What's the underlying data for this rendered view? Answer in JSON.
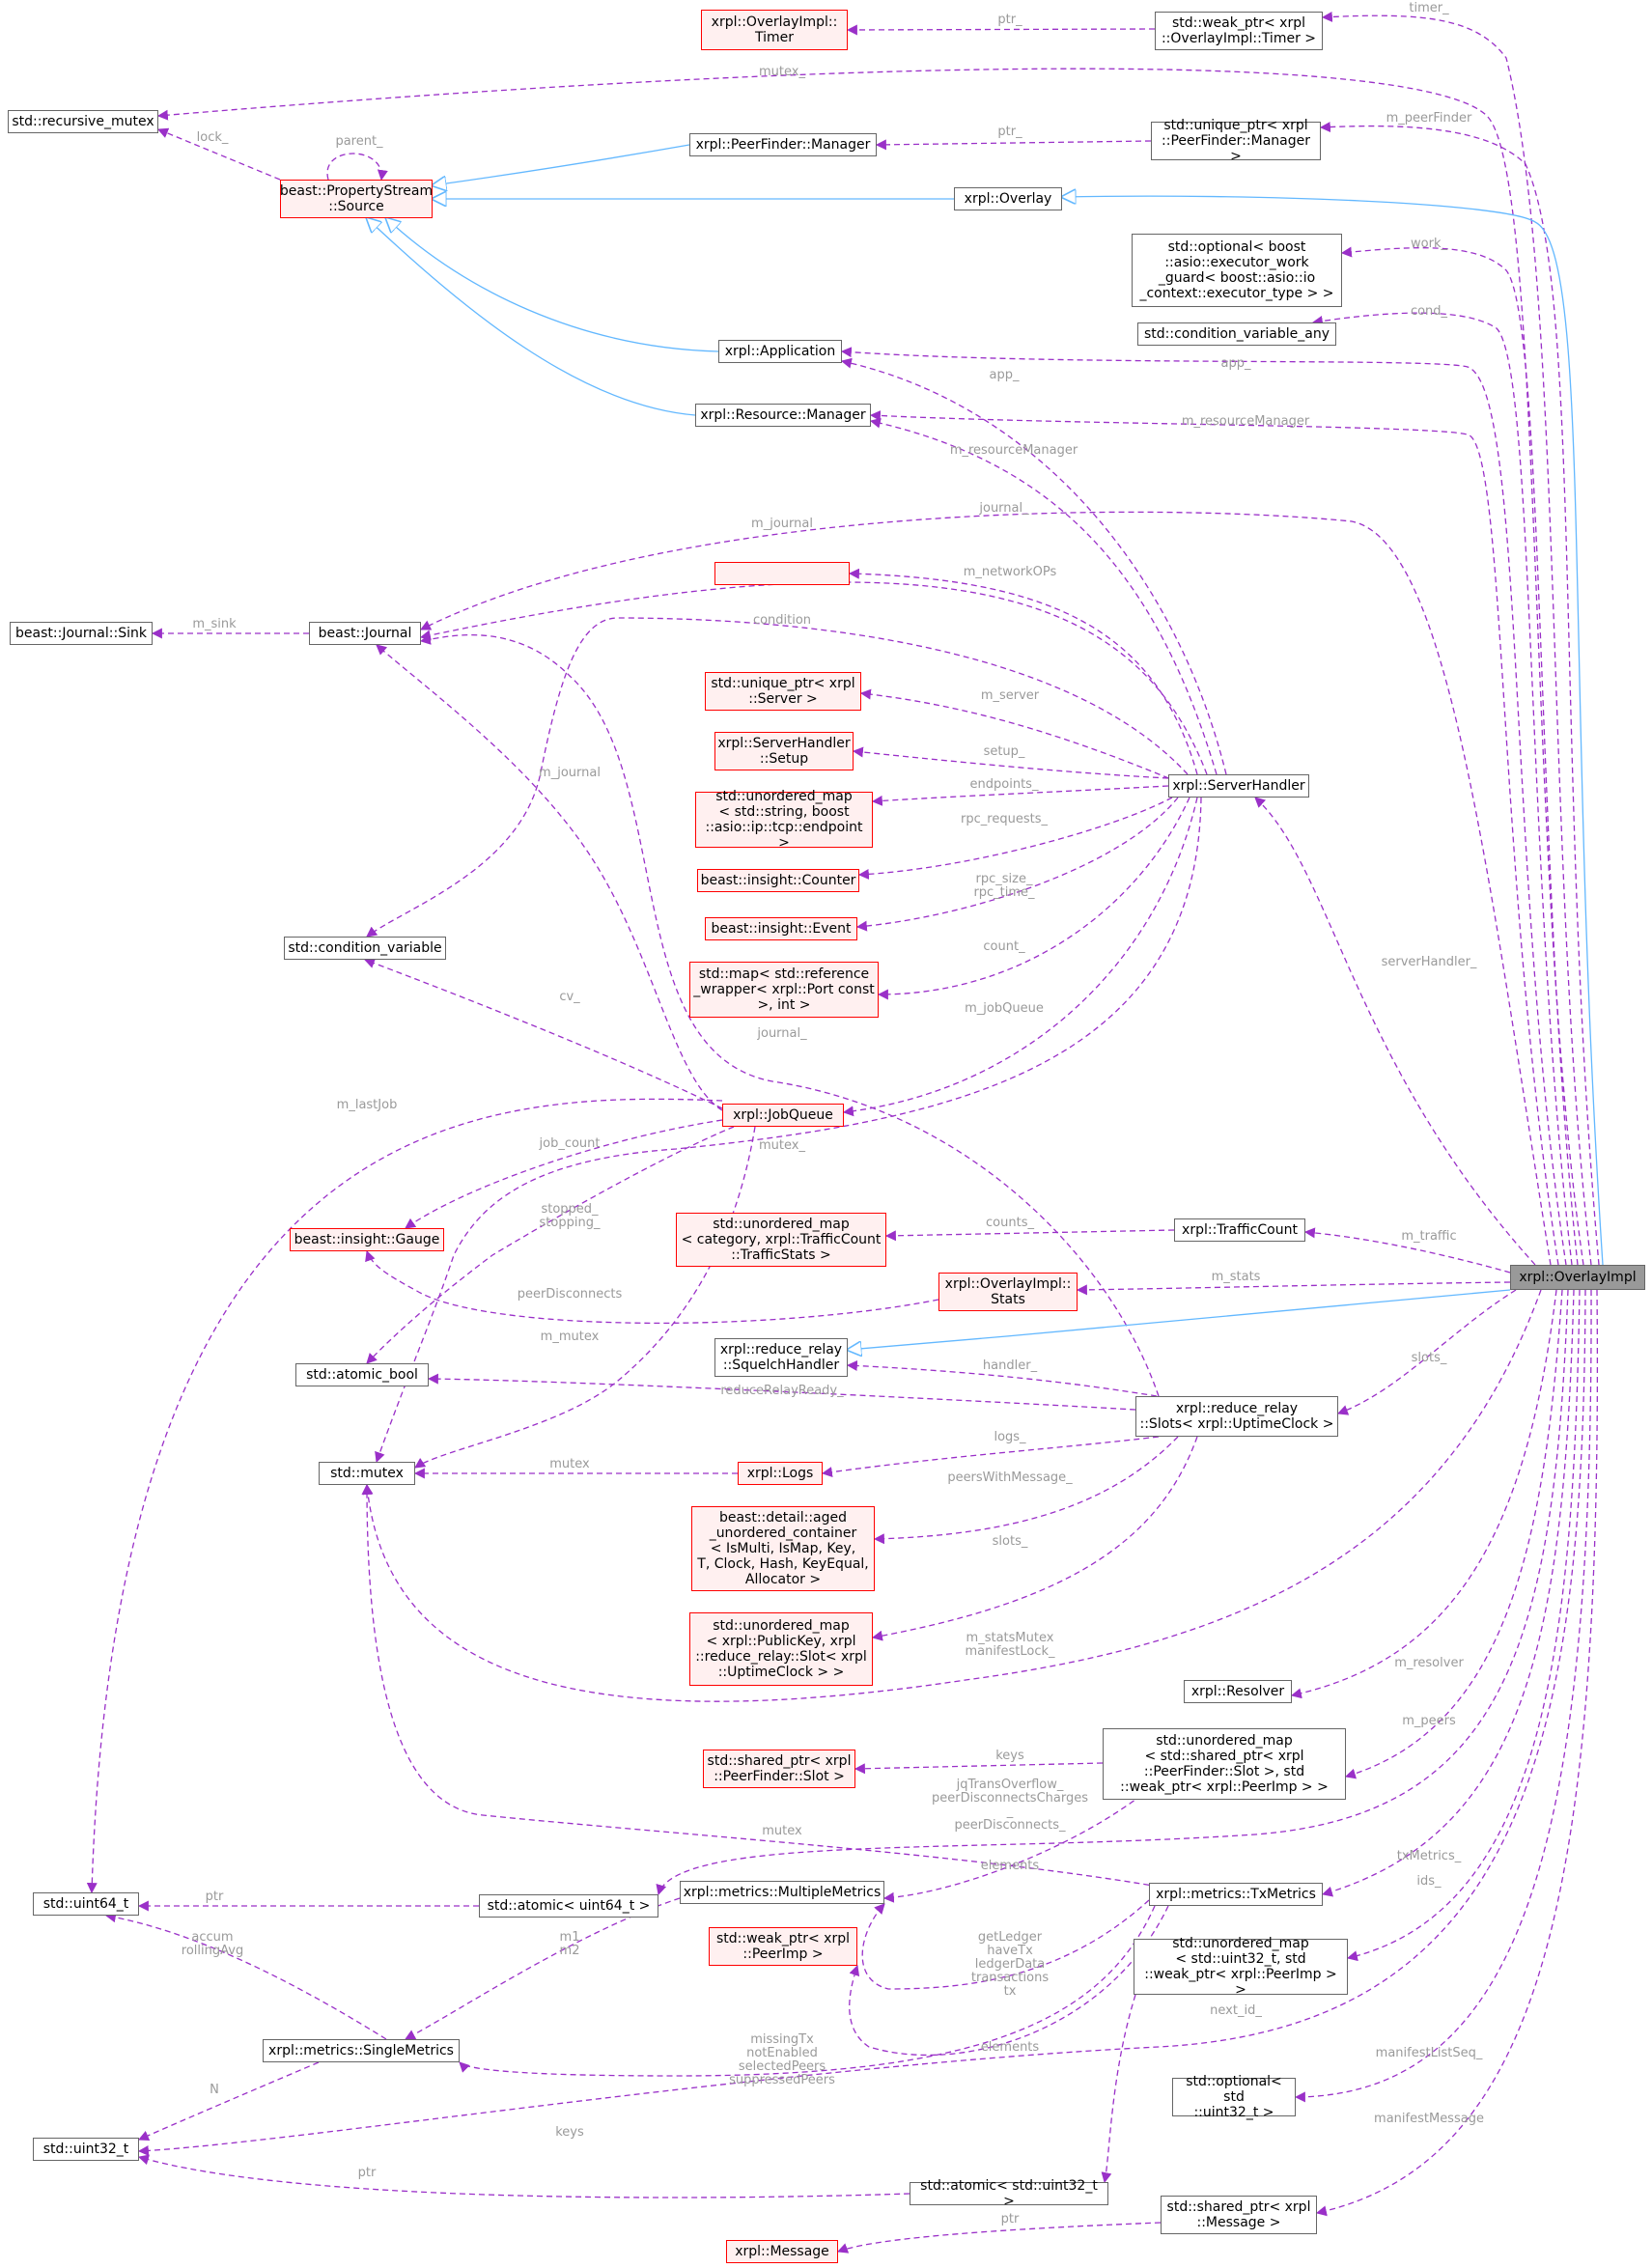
{
  "colors": {
    "edge_member": "#9a30c8",
    "edge_inherit": "#63b8ff",
    "node_border": "#666666",
    "node_red_border": "#ff0000",
    "node_red_fill": "#fff0f0",
    "focus_fill": "#999999",
    "edge_label": "#9a9a9a"
  },
  "nodes": {
    "overlayImplTimer": "xrpl::OverlayImpl::\nTimer",
    "weakPtrTimer": "std::weak_ptr< xrpl\n::OverlayImpl::Timer >",
    "recursiveMutex": "std::recursive_mutex",
    "propertySource": "beast::PropertyStream\n::Source",
    "peerFinderManager": "xrpl::PeerFinder::Manager",
    "uniquePtrPeerFinder": "std::unique_ptr< xrpl\n::PeerFinder::Manager >",
    "overlay": "xrpl::Overlay",
    "optionalExecutor": "std::optional< boost\n::asio::executor_work\n_guard< boost::asio::io\n_context::executor_type > >",
    "conditionVariableAny": "std::condition_variable_any",
    "application": "xrpl::Application",
    "resourceManager": "xrpl::Resource::Manager",
    "networkOps": "xrpl::NetworkOPs",
    "journalSink": "beast::Journal::Sink",
    "journal": "beast::Journal",
    "uniquePtrServer": "std::unique_ptr< xrpl\n::Server >",
    "serverHandlerSetup": "xrpl::ServerHandler\n::Setup",
    "serverHandler": "xrpl::ServerHandler",
    "unorderedMapEndpoint": "std::unordered_map\n< std::string, boost\n::asio::ip::tcp::endpoint >",
    "insightCounter": "beast::insight::Counter",
    "insightEvent": "beast::insight::Event",
    "conditionVariable": "std::condition_variable",
    "mapPortConst": "std::map< std::reference\n_wrapper< xrpl::Port const\n>, int >",
    "jobQueue": "xrpl::JobQueue",
    "insightGauge": "beast::insight::Gauge",
    "unorderedMapTrafficStats": "std::unordered_map\n< category, xrpl::TrafficCount\n::TrafficStats >",
    "trafficCount": "xrpl::TrafficCount",
    "overlayImplStats": "xrpl::OverlayImpl::\nStats",
    "overlayImpl": "xrpl::OverlayImpl",
    "squelchHandler": "xrpl::reduce_relay\n::SquelchHandler",
    "atomicBool": "std::atomic_bool",
    "slotsUptimeClock": "xrpl::reduce_relay\n::Slots< xrpl::UptimeClock >",
    "stdMutex": "std::mutex",
    "logs": "xrpl::Logs",
    "agedUnorderedContainer": "beast::detail::aged\n_unordered_container\n< IsMulti, IsMap, Key,\nT, Clock, Hash, KeyEqual,\nAllocator >",
    "unorderedMapPublicKey": "std::unordered_map\n< xrpl::PublicKey, xrpl\n::reduce_relay::Slot< xrpl\n::UptimeClock > >",
    "resolver": "xrpl::Resolver",
    "sharedPtrPeerFinderSlot": "std::shared_ptr< xrpl\n::PeerFinder::Slot >",
    "unorderedMapSharedPtrSlot": "std::unordered_map\n< std::shared_ptr< xrpl\n::PeerFinder::Slot >, std\n::weak_ptr< xrpl::PeerImp > >",
    "uint64": "std::uint64_t",
    "atomicUint64": "std::atomic< uint64_t >",
    "txMetrics": "xrpl::metrics::TxMetrics",
    "multipleMetrics": "xrpl::metrics::MultipleMetrics",
    "weakPtrPeerImp": "std::weak_ptr< xrpl\n::PeerImp >",
    "unorderedMapUint32": "std::unordered_map\n< std::uint32_t, std\n::weak_ptr< xrpl::PeerImp > >",
    "singleMetrics": "xrpl::metrics::SingleMetrics",
    "optionalUint32": "std::optional< std\n::uint32_t >",
    "uint32": "std::uint32_t",
    "atomicUint32": "std::atomic< std::uint32_t >",
    "sharedPtrMessage": "std::shared_ptr< xrpl\n::Message >",
    "message": "xrpl::Message"
  },
  "edge_labels": {
    "timer_ptr": "ptr_",
    "timer_": "timer_",
    "mutex_top": "mutex_",
    "lock_": "lock_",
    "parent_": "parent_",
    "pf_ptr": "ptr_",
    "m_peerFinder": "m_peerFinder",
    "work_": "work_",
    "cond_": "cond_",
    "app_impl": "app_",
    "app_sh": "app_",
    "m_resourceManager_impl": "m_resourceManager",
    "m_resourceManager_sh": "m_resourceManager",
    "journal_impl": "journal_",
    "m_journal_sh": "m_journal",
    "m_networkOPs": "m_networkOPs",
    "m_sink": "m_sink",
    "condition": "condition",
    "m_server": "m_server",
    "setup_": "setup_",
    "endpoints_": "endpoints_",
    "rpc_requests_": "rpc_requests_",
    "rpc_size_time": "rpc_size_\nrpc_time_",
    "count_": "count_",
    "m_jobQueue": "m_jobQueue",
    "m_journal_jq": "m_journal",
    "cv_": "cv_",
    "journal_slots": "journal_",
    "serverHandler_": "serverHandler_",
    "m_lastJob": "m_lastJob",
    "job_count": "job_count",
    "mutex_sh": "mutex_",
    "stopped_stopping": "stopped_\nstopping_",
    "counts_": "counts_",
    "m_traffic": "m_traffic",
    "m_stats": "m_stats",
    "peerDisconnects": "peerDisconnects",
    "m_mutex": "m_mutex",
    "handler_": "handler_",
    "reduceRelayReady_": "reduceRelayReady_",
    "slots_impl": "slots_",
    "logs_": "logs_",
    "mutex_logs": "mutex",
    "peersWithMessage_": "peersWithMessage_",
    "slots_map": "slots_",
    "m_statsMutex": "m_statsMutex\nmanifestLock_",
    "m_resolver": "m_resolver",
    "m_peers": "m_peers",
    "keys_slot": "keys",
    "jqTransOverflow": "jqTransOverflow_\npeerDisconnectsCharges\n_\npeerDisconnects_",
    "mutex_tx": "mutex",
    "txMetrics_": "txMetrics_",
    "elements_top": "elements",
    "ptr_uint64": "ptr",
    "ids_": "ids_",
    "accum_rolling": "accum\nrollingAvg",
    "m1_m2": "m1\nm2",
    "getLedger": "getLedger\nhaveTx\nledgerData\ntransactions\ntx",
    "elements_bottom": "elements",
    "missingTx": "missingTx\nnotEnabled\nselectedPeers\nsuppressedPeers",
    "next_id": "next_id_",
    "manifestListSeq_": "manifestListSeq_",
    "N": "N",
    "keys_uint32": "keys",
    "ptr_uint32": "ptr",
    "manifestMessage": "manifestMessage",
    "ptr_message": "ptr"
  }
}
